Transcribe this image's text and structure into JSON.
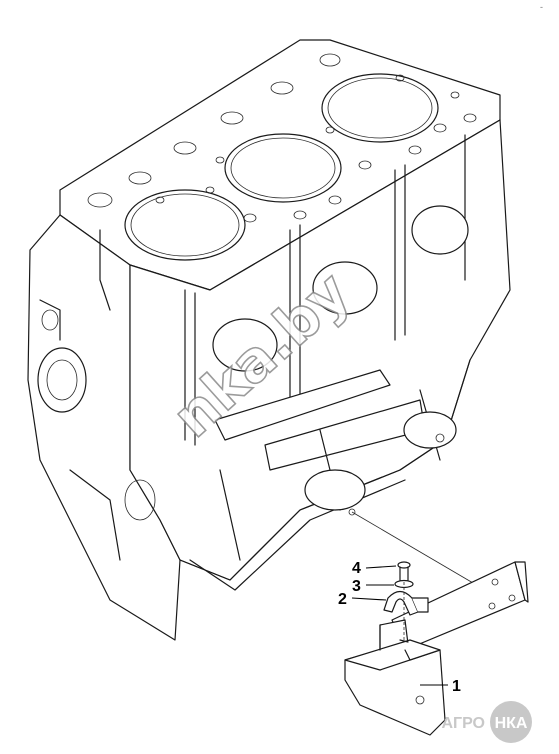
{
  "page_mark": "-",
  "callouts": [
    {
      "id": "callout-1",
      "label": "1"
    },
    {
      "id": "callout-2",
      "label": "2"
    },
    {
      "id": "callout-3",
      "label": "3"
    },
    {
      "id": "callout-4",
      "label": "4"
    }
  ],
  "watermark": {
    "text": "nka.by"
  },
  "logo": {
    "left": "АГРО",
    "right": "НКА"
  },
  "colors": {
    "line": "#1a1a1a",
    "watermark_outline": "#8a8a8a",
    "logo_gray": "#c8c8c8"
  }
}
